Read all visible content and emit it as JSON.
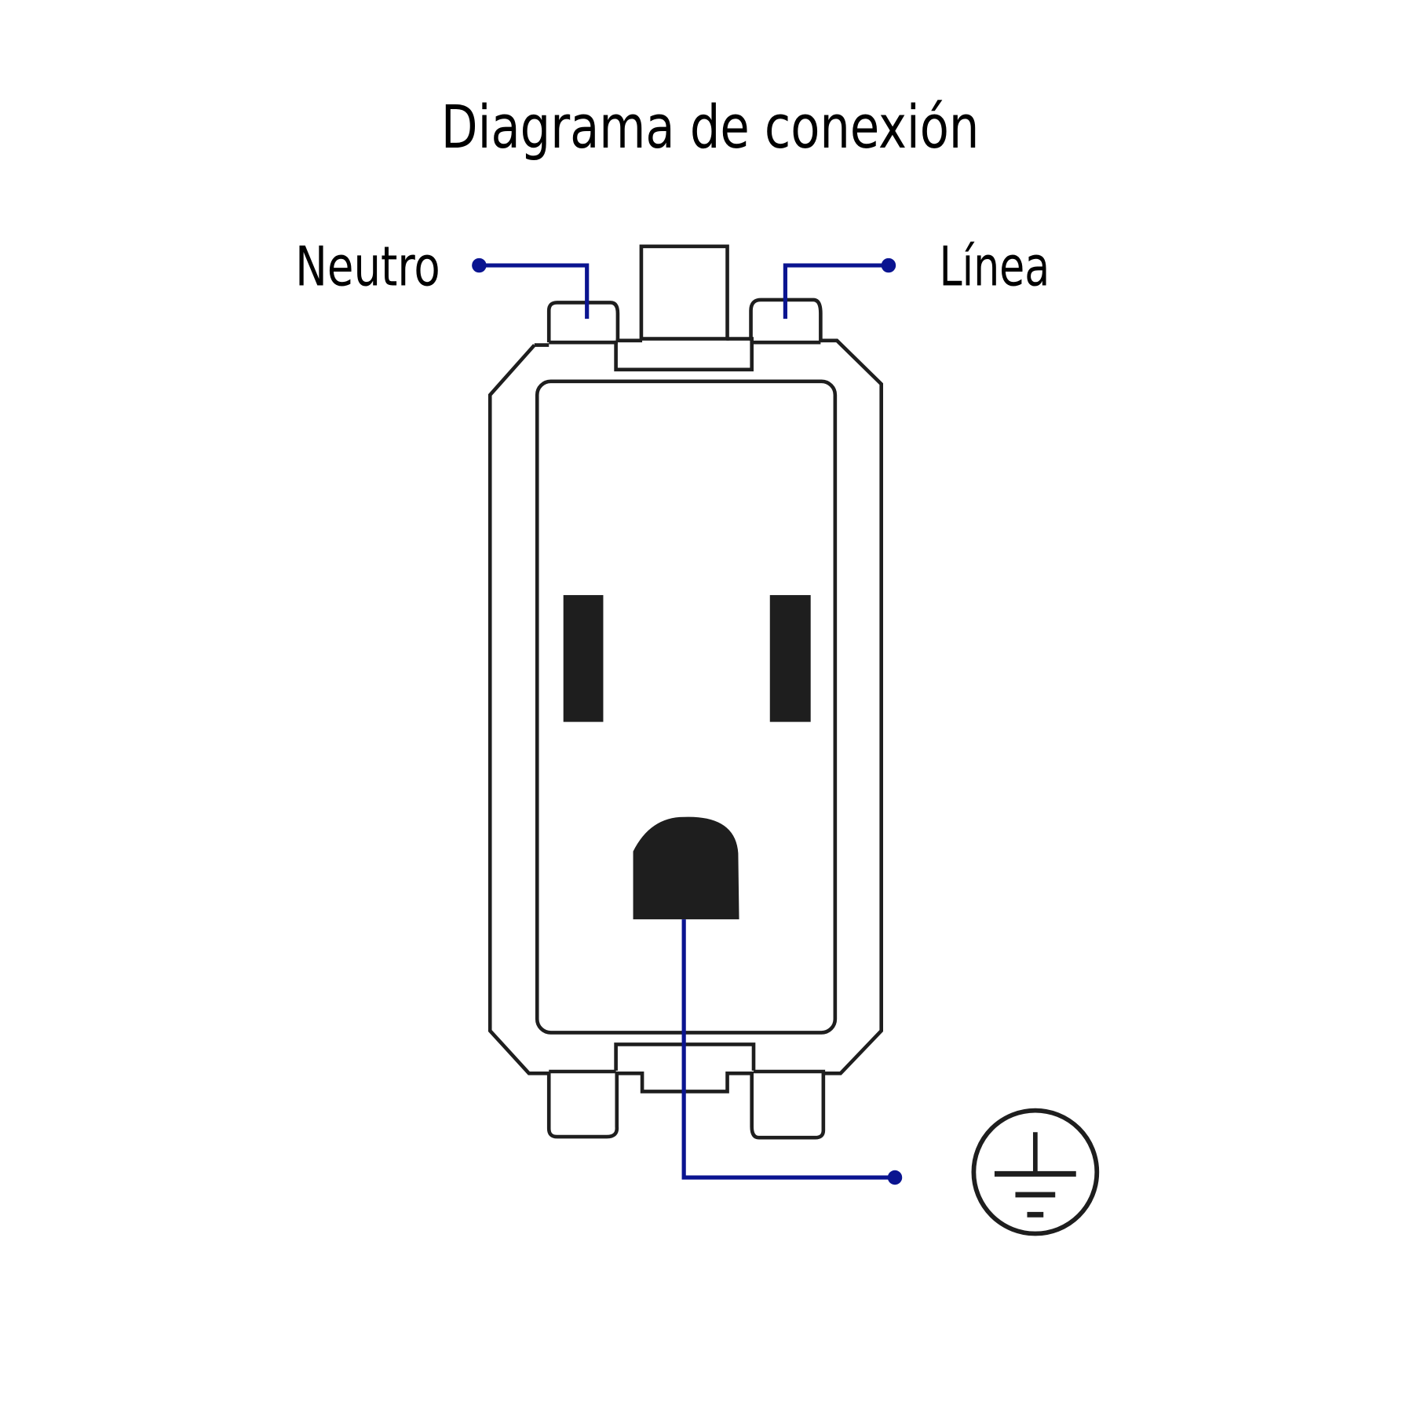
{
  "title": "Diagrama de conexión",
  "labels": {
    "neutral": "Neutro",
    "line": "Línea"
  },
  "icons": {
    "ground": "ground-symbol-icon"
  },
  "colors": {
    "wire": "#0a1490",
    "outline": "#1e1e1e"
  }
}
